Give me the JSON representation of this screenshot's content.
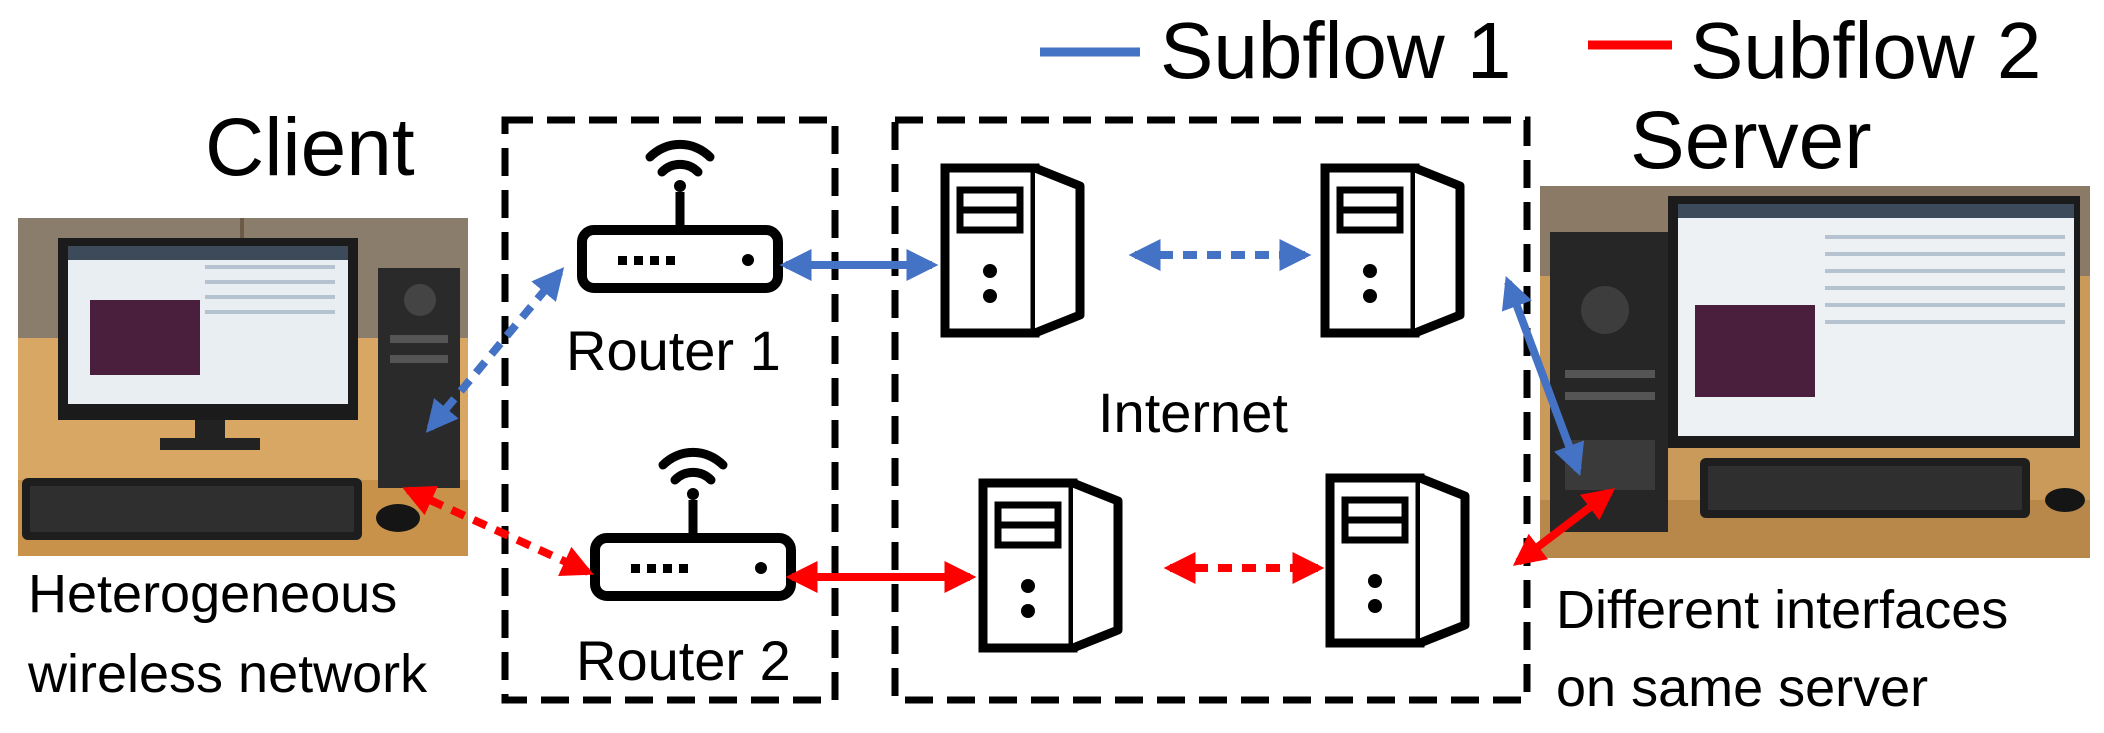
{
  "legend": {
    "subflow1_label": "Subflow 1",
    "subflow2_label": "Subflow 2",
    "subflow1_color": "#4472C4",
    "subflow2_color": "#FF0000"
  },
  "labels": {
    "client": "Client",
    "server": "Server",
    "router1": "Router 1",
    "router2": "Router 2",
    "internet": "Internet",
    "client_caption_line1": "Heterogeneous",
    "client_caption_line2": "wireless network",
    "server_caption_line1": "Different interfaces",
    "server_caption_line2": "on same server"
  },
  "icons": {
    "router": "wifi-router-icon",
    "server": "server-tower-icon",
    "client_photo": "desktop-computer-photo",
    "server_photo": "server-workstation-photo"
  }
}
